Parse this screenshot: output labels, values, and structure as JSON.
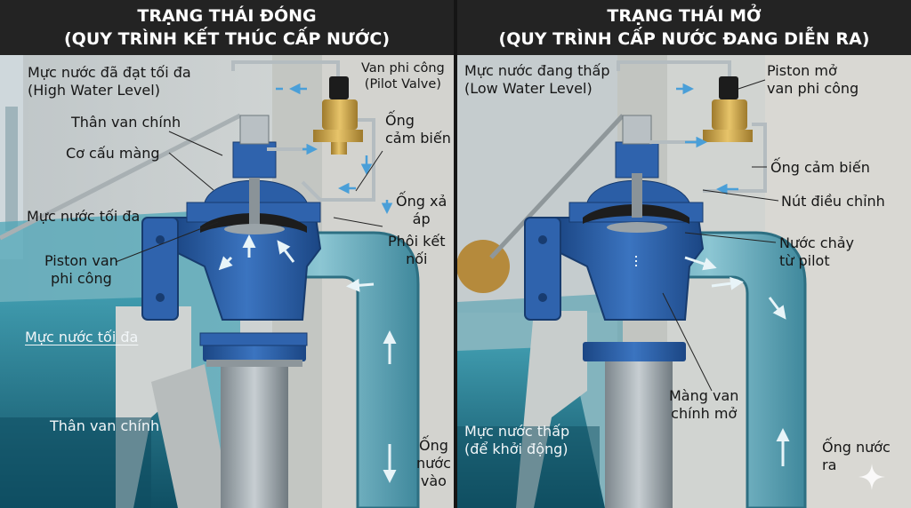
{
  "panels": {
    "left": {
      "title_line1": "TRẠNG THÁI ĐÓNG",
      "title_line2": "(QUY TRÌNH KẾT THÚC CẤP NƯỚC)",
      "labels": {
        "high_water_1": "Mực nước đã đạt tối đa",
        "high_water_2": "(High Water Level)",
        "pilot_valve_1": "Van phi công",
        "pilot_valve_2": "(Pilot Valve)",
        "main_body": "Thân van chính",
        "sensor_pipe_1": "Ống",
        "sensor_pipe_2": "cảm biến",
        "diaphragm": "Cơ cấu màng",
        "exhaust_1": "Ống xả",
        "exhaust_2": "áp",
        "max_level_top": "Mực nước tối đa",
        "fitting_1": "Phôi kết",
        "fitting_2": "nối",
        "piston_1": "Piston van",
        "piston_2": "phi công",
        "max_level_bottom": "Mực nước tối đa",
        "main_body_bottom": "Thân van chính",
        "inlet_1": "Ống",
        "inlet_2": "nước",
        "inlet_3": "vào"
      }
    },
    "right": {
      "title_line1": "TRẠNG THÁI MỞ",
      "title_line2": "(QUY TRÌNH CẤP NƯỚC ĐANG DIỄN RA)",
      "labels": {
        "low_water_1": "Mực nước đang thấp",
        "low_water_2": "(Low Water Level)",
        "piston_open_1": "Piston mở",
        "piston_open_2": "van phi công",
        "sensor_pipe": "Ống cảm biến",
        "adjust_knob": "Nút điều chỉnh",
        "pilot_flow_1": "Nước chảy",
        "pilot_flow_2": "từ pilot",
        "diaphragm_open_1": "Màng van",
        "diaphragm_open_2": "chính mở",
        "low_start_1": "Mực nước thấp",
        "low_start_2": "(để khởi động)",
        "outlet_1": "Ống nước",
        "outlet_2": "ra"
      }
    }
  },
  "colors": {
    "header_bg": "#232323",
    "valve_blue": "#2a5fa8",
    "water_dark": "#1f6f86",
    "water_light": "#6fb2c2",
    "pipe_steel": "#9aa3a8",
    "brass": "#c9a24a"
  },
  "icons": [
    "flow-arrow-icon",
    "sparkle-icon"
  ]
}
